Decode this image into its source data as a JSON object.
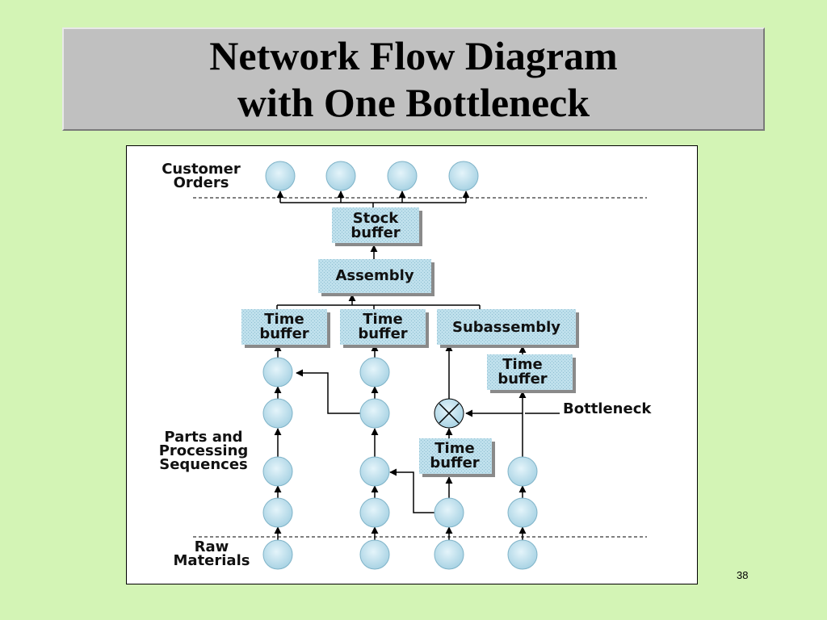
{
  "title": {
    "line1": "Network Flow Diagram",
    "line2": "with One Bottleneck"
  },
  "labels": {
    "customer_orders": [
      "Customer",
      "Orders"
    ],
    "parts_processing": [
      "Parts and",
      "Processing",
      "Sequences"
    ],
    "raw_materials": [
      "Raw",
      "Materials"
    ],
    "bottleneck": "Bottleneck"
  },
  "boxes": {
    "stock_buffer": [
      "Stock",
      "buffer"
    ],
    "assembly": [
      "Assembly"
    ],
    "time_buffer_1": [
      "Time",
      "buffer"
    ],
    "time_buffer_2": [
      "Time",
      "buffer"
    ],
    "subassembly": [
      "Subassembly"
    ],
    "time_buffer_3": [
      "Time",
      "buffer"
    ],
    "time_buffer_4": [
      "Time",
      "buffer"
    ]
  },
  "colors": {
    "slide_background": "#d3f4b5",
    "title_box": "#c0c0c0",
    "node_fill": "#bfe0ec",
    "box_fill": "#bfe0ec",
    "box_shadow": "#8a8a8a"
  },
  "page_number": "38"
}
